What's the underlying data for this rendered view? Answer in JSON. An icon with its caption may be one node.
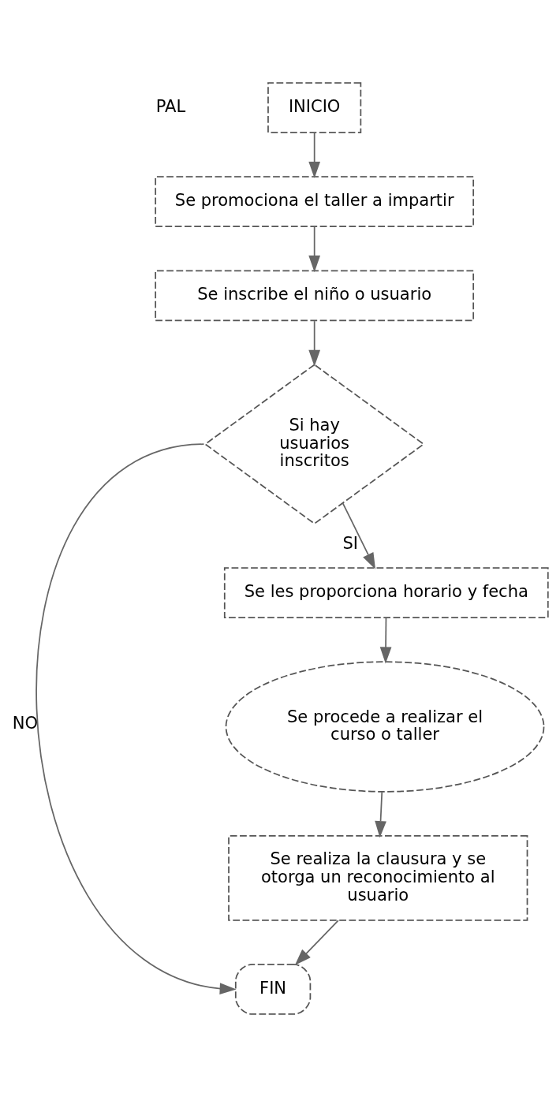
{
  "diagram": {
    "nodes": [
      {
        "text": [
          "INICIO"
        ]
      },
      {
        "text": [
          "Se promociona el taller a impartir"
        ]
      },
      {
        "text": [
          "Se inscribe el niño o usuario"
        ]
      },
      {
        "text": [
          "Si hay usuarios inscritos"
        ]
      },
      {
        "text": [
          "Se les proporciona horario y fecha"
        ]
      },
      {
        "text": [
          "Se procede a realizar el curso o taller"
        ]
      },
      {
        "text": [
          "Se realiza la clausura y se otorga un reconocimiento al usuario"
        ]
      },
      {
        "text": [
          "FIN"
        ]
      }
    ],
    "edges": [
      {
        "from": 0,
        "to": 1,
        "arrow": "to"
      },
      {
        "from": 1,
        "to": 2,
        "arrow": "to"
      },
      {
        "from": 2,
        "to": 3,
        "arrow": "to"
      },
      {
        "from": 3,
        "to": 4,
        "arrow": "to",
        "label": "SI"
      },
      {
        "from": 4,
        "to": 5,
        "arrow": "to"
      },
      {
        "from": 5,
        "to": 6,
        "arrow": "to"
      },
      {
        "from": 6,
        "to": 7,
        "arrow": "to"
      },
      {
        "from": 3,
        "to": 7,
        "arrow": "to",
        "label": "NO"
      }
    ],
    "labels": [
      "PAL"
    ]
  }
}
